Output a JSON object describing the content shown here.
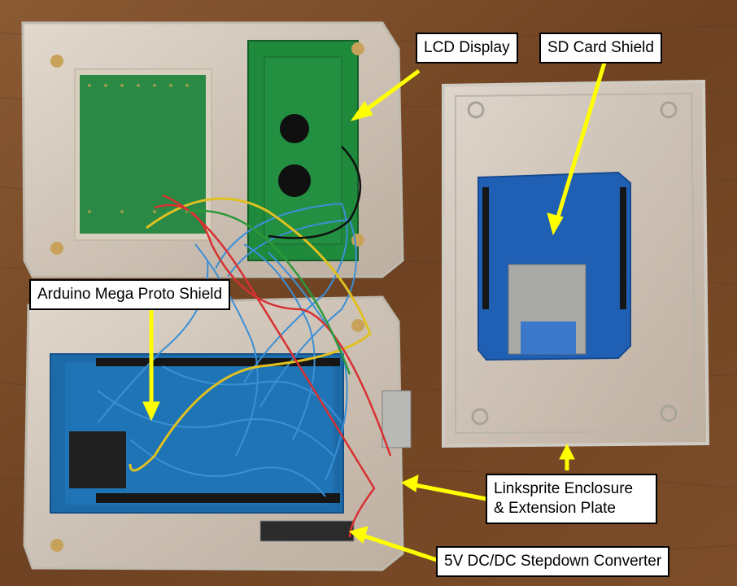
{
  "labels": {
    "lcd": "LCD Display",
    "sd_shield": "SD Card Shield",
    "proto_shield": "Arduino Mega Proto Shield",
    "enclosure_line1": "Linksprite Enclosure",
    "enclosure_line2": "& Extension Plate",
    "converter": "5V DC/DC Stepdown Converter"
  },
  "colors": {
    "wood": "#7a4a26",
    "acrylic": "#e8e4dc",
    "pcb_green": "#1f7a3a",
    "pcb_blue": "#1d5fae",
    "wire_blue": "#3b8fd6",
    "arrow_yellow": "#ffff00"
  },
  "icons": [
    "arrow-lcd",
    "arrow-sd",
    "arrow-proto",
    "arrow-enclosure",
    "arrow-converter"
  ]
}
